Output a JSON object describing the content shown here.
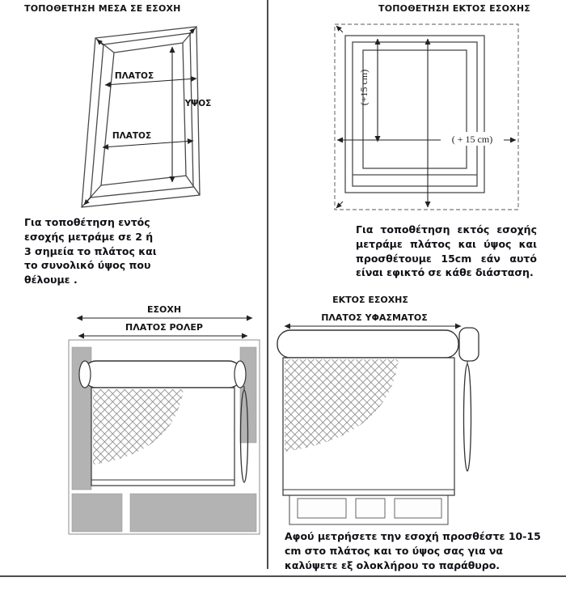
{
  "top_left": {
    "title": "ΤΟΠΟΘΕΤΗΣΗ ΜΕΣΑ ΣΕ ΕΣΟΧΗ",
    "label_width_top": "ΠΛΑΤΟΣ",
    "label_height": "ΥΨΟΣ",
    "label_width_bottom": "ΠΛΑΤΟΣ",
    "description": "Για τοποθέτηση εντός εσοχής μετράμε σε 2 ή 3 σημεία το πλάτος και το συνολικό ύψος που θέλουμε ."
  },
  "top_right": {
    "title": "ΤΟΠΟΘΕΤΗΣΗ ΕΚΤΟΣ ΕΣΟΧΗΣ",
    "label_height_add": "(+15 cm)",
    "label_width_add": "( + 15 cm)",
    "description": "Για τοποθέτηση εκτός εσοχής μετράμε πλάτος και ύψος και προσθέτουμε 15cm εάν αυτό είναι εφικτό σε κάθε διάσταση."
  },
  "bottom_left": {
    "label_recess": "ΕΣΟΧΗ",
    "label_roller_width": "ΠΛΑΤΟΣ ΡΟΛΕΡ"
  },
  "bottom_right": {
    "label_outside": "ΕΚΤΟΣ ΕΣΟΧΗΣ",
    "label_fabric_width": "ΠΛΑΤΟΣ ΥΦΑΣΜΑΤΟΣ",
    "description": "Αφού μετρήσετε την εσοχή προσθέστε 10-15 cm στο πλάτος και το ύψος σας για να καλύψετε εξ ολοκλήρου το παράθυρο."
  },
  "colors": {
    "wall_gray": "#b3b3b3",
    "line": "#4a4a4a",
    "divider": "#4d4d4d"
  }
}
